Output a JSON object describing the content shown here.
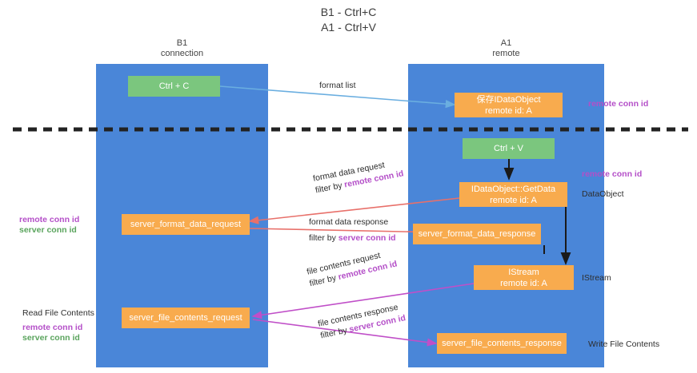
{
  "title": "B1 - Ctrl+C\nA1 - Ctrl+V",
  "lanes": [
    {
      "name": "left-lane",
      "title": "B1\nconnection"
    },
    {
      "name": "right-lane",
      "title": "A1\nremote"
    }
  ],
  "nodes": {
    "ctrl_c": {
      "label": "Ctrl + C",
      "color": "#7bc67e"
    },
    "ctrl_v": {
      "label": "Ctrl + V",
      "color": "#7bc67e"
    },
    "save_dataobject_l1": "保存IDataObject",
    "save_dataobject_l2": "remote id: A",
    "getdata_l1": "IDataObject::GetData",
    "getdata_l2": "remote id: A",
    "istream_l1": "IStream",
    "istream_l2": "remote id: A",
    "server_format_data_request": "server_format_data_request",
    "server_format_data_response": "server_format_data_response",
    "server_file_contents_request": "server_file_contents_request",
    "server_file_contents_response": "server_file_contents_response"
  },
  "edges": {
    "format_list": "format list",
    "format_data_request": "format data request",
    "format_data_request_filter_prefix": "filter by ",
    "format_data_request_filter_key": "remote conn id",
    "format_data_response": "format data response",
    "format_data_response_filter_prefix": "filter by ",
    "format_data_response_filter_key": "server conn id",
    "file_contents_request": "file contents request",
    "file_contents_request_filter_prefix": "filter by ",
    "file_contents_request_filter_key": "remote conn id",
    "file_contents_response": "file contents response",
    "file_contents_response_filter_prefix": "filter by ",
    "file_contents_response_filter_key": "server conn id"
  },
  "annotations": {
    "right_remote_conn_id_top": "remote conn id",
    "right_remote_conn_id_mid": "remote conn id",
    "right_dataobject": "DataObject",
    "right_istream": "IStream",
    "right_write_file_contents": "Write File Contents",
    "left_read_file_contents": "Read File Contents",
    "left_remote_conn_id_mid": "remote conn id",
    "left_server_conn_id_mid": "server conn id",
    "left_remote_conn_id_bottom": "remote conn id",
    "left_server_conn_id_bottom": "server conn id"
  },
  "colors": {
    "lane": "#4a86d8",
    "green_node": "#7bc67e",
    "orange_node": "#f8ab4e",
    "purple_text": "#b44fc8",
    "green_text": "#5aa45d",
    "blue_arrow": "#6aaee0",
    "red_arrow": "#e8706a",
    "magenta_arrow": "#c04fc8",
    "divider": "#222222"
  }
}
